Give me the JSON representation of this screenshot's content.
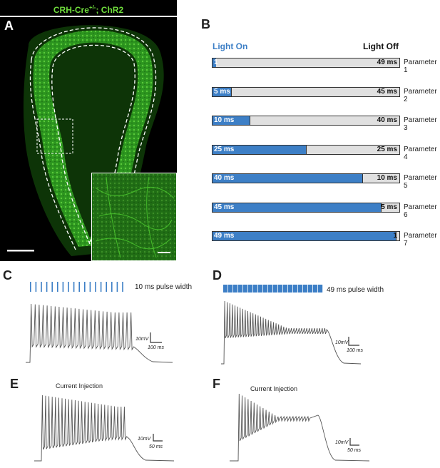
{
  "panelA": {
    "letter": "A",
    "title": "CRH-Cre+/-; ChR2",
    "title_base": "CRH-Cre",
    "title_sup": "+/-",
    "title_rest": "; ChR2"
  },
  "panelB": {
    "letter": "B",
    "light_on_label": "Light On",
    "light_off_label": "Light Off",
    "colors": {
      "on": "#3d7fc6",
      "off": "#e0e0e0"
    },
    "rows": [
      {
        "on_label": "1",
        "off_label": "49 ms",
        "parameter": "Parameter 1",
        "on_fraction": 0.02
      },
      {
        "on_label": "5 ms",
        "off_label": "45 ms",
        "parameter": "Parameter 2",
        "on_fraction": 0.1
      },
      {
        "on_label": "10 ms",
        "off_label": "40 ms",
        "parameter": "Parameter 3",
        "on_fraction": 0.2
      },
      {
        "on_label": "25 ms",
        "off_label": "25 ms",
        "parameter": "Parameter 4",
        "on_fraction": 0.5
      },
      {
        "on_label": "40 ms",
        "off_label": "10 ms",
        "parameter": "Parameter 5",
        "on_fraction": 0.8
      },
      {
        "on_label": "45 ms",
        "off_label": "5 ms",
        "parameter": "Parameter 6",
        "on_fraction": 0.9
      },
      {
        "on_label": "49 ms",
        "off_label": "1",
        "parameter": "Parameter 7",
        "on_fraction": 0.98
      }
    ]
  },
  "panelC": {
    "letter": "C",
    "pulse_label": "10 ms pulse width",
    "scale_v": "10mV",
    "scale_t": "100 ms"
  },
  "panelD": {
    "letter": "D",
    "pulse_label": "49 ms pulse width",
    "scale_v": "10mV",
    "scale_t": "100 ms"
  },
  "panelE": {
    "letter": "E",
    "label": "Current Injection",
    "scale_v": "10mV",
    "scale_t": "50 ms"
  },
  "panelF": {
    "letter": "F",
    "label": "Current Injection",
    "scale_v": "10mV",
    "scale_t": "50 ms"
  }
}
